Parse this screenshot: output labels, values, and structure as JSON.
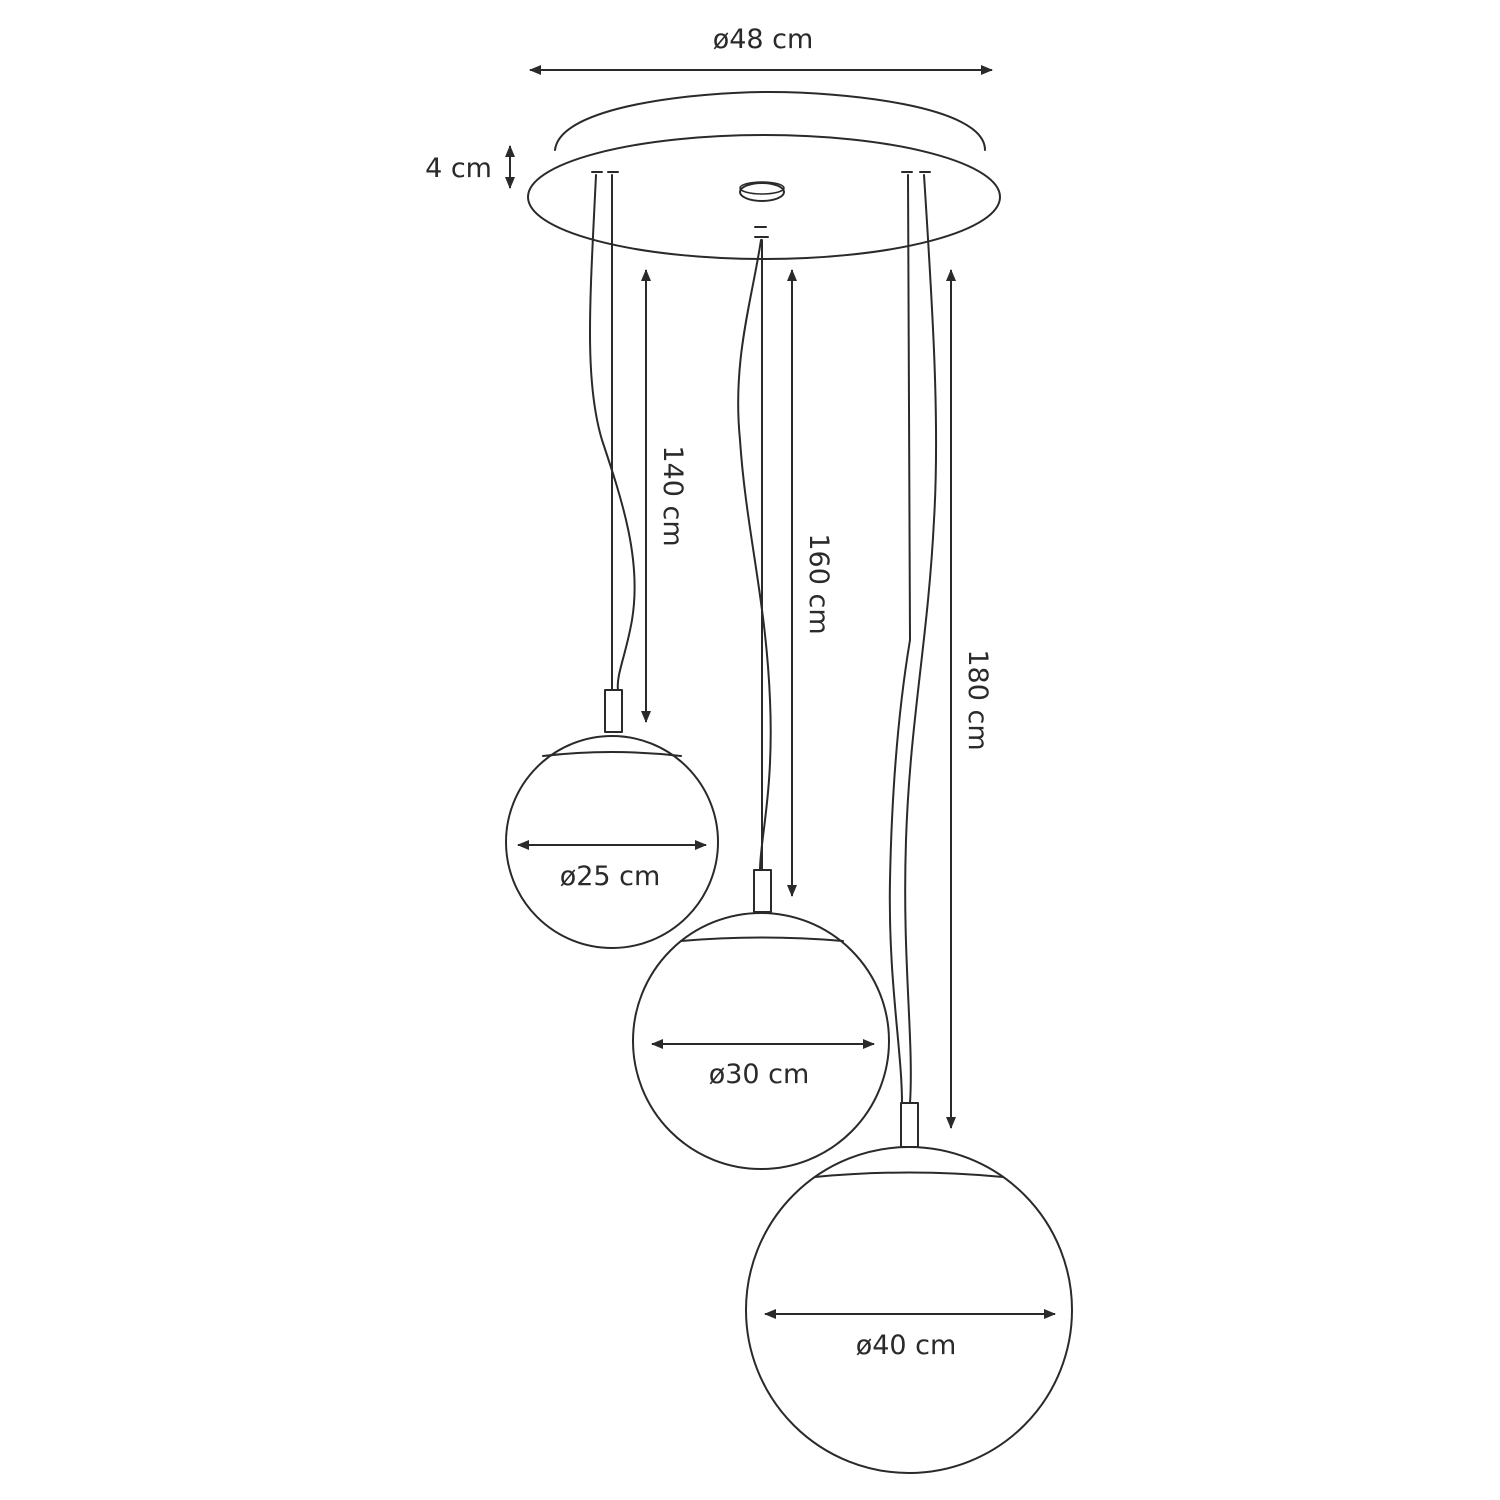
{
  "dimensions": {
    "canopy_diameter": "ø48 cm",
    "canopy_height": "4 cm",
    "cable_small": "140 cm",
    "cable_medium": "160 cm",
    "cable_large": "180 cm",
    "globe_small": "ø25 cm",
    "globe_medium": "ø30 cm",
    "globe_large": "ø40 cm"
  },
  "colors": {
    "line": "#2a2a2a",
    "background": "#ffffff"
  }
}
